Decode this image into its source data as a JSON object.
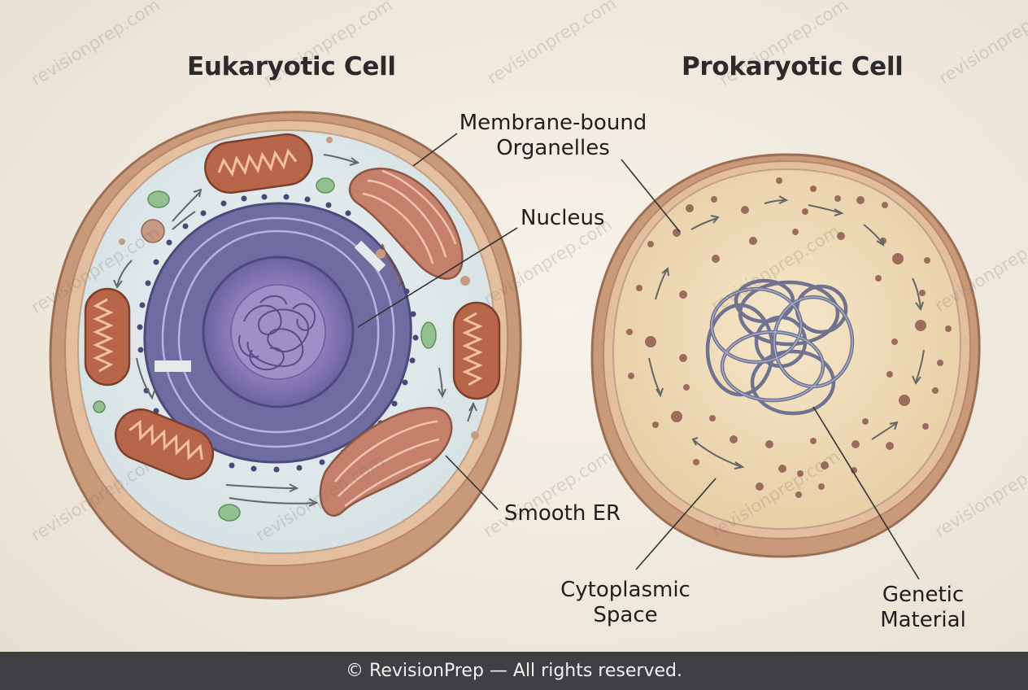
{
  "titles": {
    "eukaryotic": "Eukaryotic Cell",
    "prokaryotic": "Prokaryotic Cell"
  },
  "labels": {
    "membrane_bound": [
      "Membrane-bound",
      "Organelles"
    ],
    "nucleus": "Nucleus",
    "smooth_er": "Smooth ER",
    "cytoplasmic_space": [
      "Cytoplasmic",
      "Space"
    ],
    "genetic_material": [
      "Genetic",
      "Material"
    ]
  },
  "watermark": "revisionprep.com",
  "footer": "© RevisionPrep — All rights reserved.",
  "colors": {
    "cell_wall": "#d9b08e",
    "eukaryote_cytoplasm": "#e2eaec",
    "prokaryote_cytoplasm": "#efd9b6",
    "nucleus": "#8a7fb8",
    "er": "#6f6d9f",
    "mitochondria": "#b8664a",
    "golgi": "#c7826c",
    "dna": "#6f7390",
    "footer_bg": "#3e3f42"
  }
}
